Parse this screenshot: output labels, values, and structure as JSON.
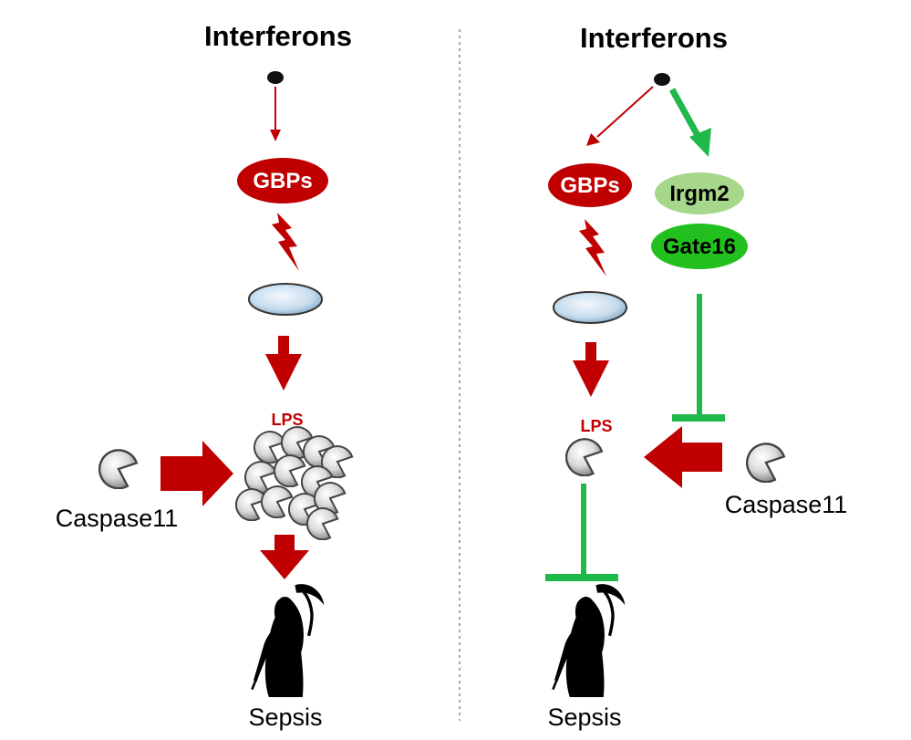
{
  "colors": {
    "red": "#c00000",
    "green": "#1fb84a",
    "light_green": "#a6d78a",
    "bright_green": "#22c01f",
    "vesicle": "#cfe3f3",
    "divider": "#888888"
  },
  "left_panel": {
    "title": "Interferons",
    "gbps_label": "GBPs",
    "lps_label": "LPS",
    "caspase_label": "Caspase11",
    "outcome_label": "Sepsis"
  },
  "right_panel": {
    "title": "Interferons",
    "gbps_label": "GBPs",
    "irgm2_label": "Irgm2",
    "gate16_label": "Gate16",
    "lps_label": "LPS",
    "caspase_label": "Caspase11",
    "outcome_label": "Sepsis"
  },
  "icons": [
    "interferon-dot-icon",
    "lightning-icon",
    "vesicle-icon",
    "caspase-pacman-icon",
    "grim-reaper-icon"
  ]
}
